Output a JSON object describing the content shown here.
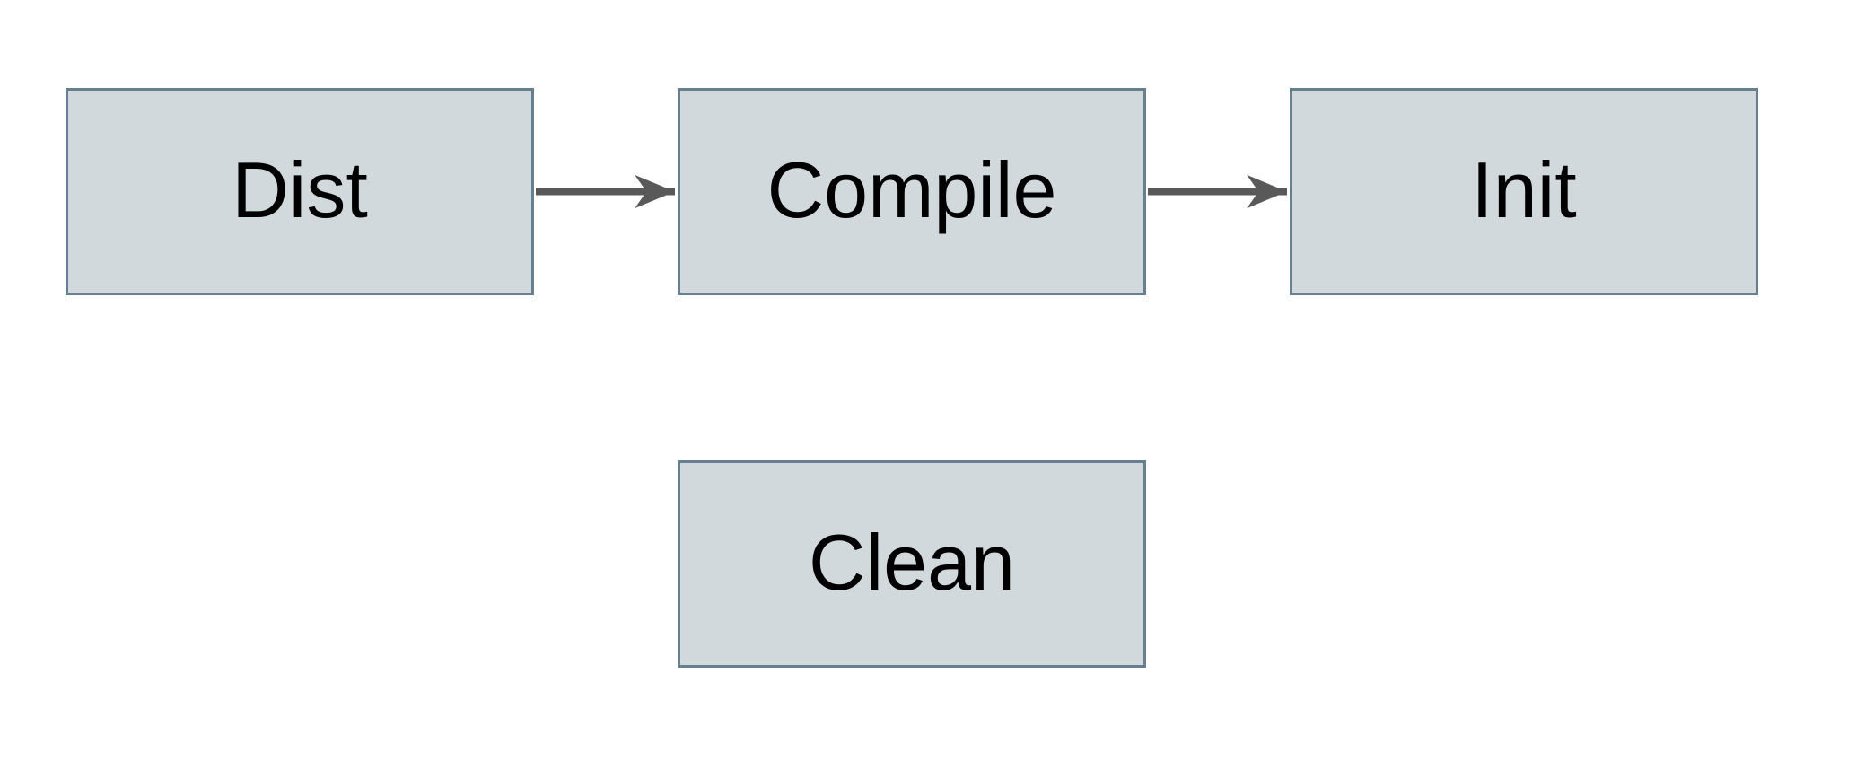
{
  "diagram": {
    "type": "flowchart",
    "nodes": [
      {
        "id": "dist",
        "label": "Dist"
      },
      {
        "id": "compile",
        "label": "Compile"
      },
      {
        "id": "init",
        "label": "Init"
      },
      {
        "id": "clean",
        "label": "Clean"
      }
    ],
    "edges": [
      {
        "from": "Dist",
        "to": "Compile",
        "direction": "right",
        "style": "solid-arrow"
      },
      {
        "from": "Compile",
        "to": "Init",
        "direction": "right",
        "style": "solid-arrow"
      }
    ]
  },
  "colors": {
    "background": "#ffffff",
    "node_fill": "#d2d9dc",
    "node_border": "#66808f",
    "arrow_color": "#595959",
    "text_color": "#000000"
  }
}
